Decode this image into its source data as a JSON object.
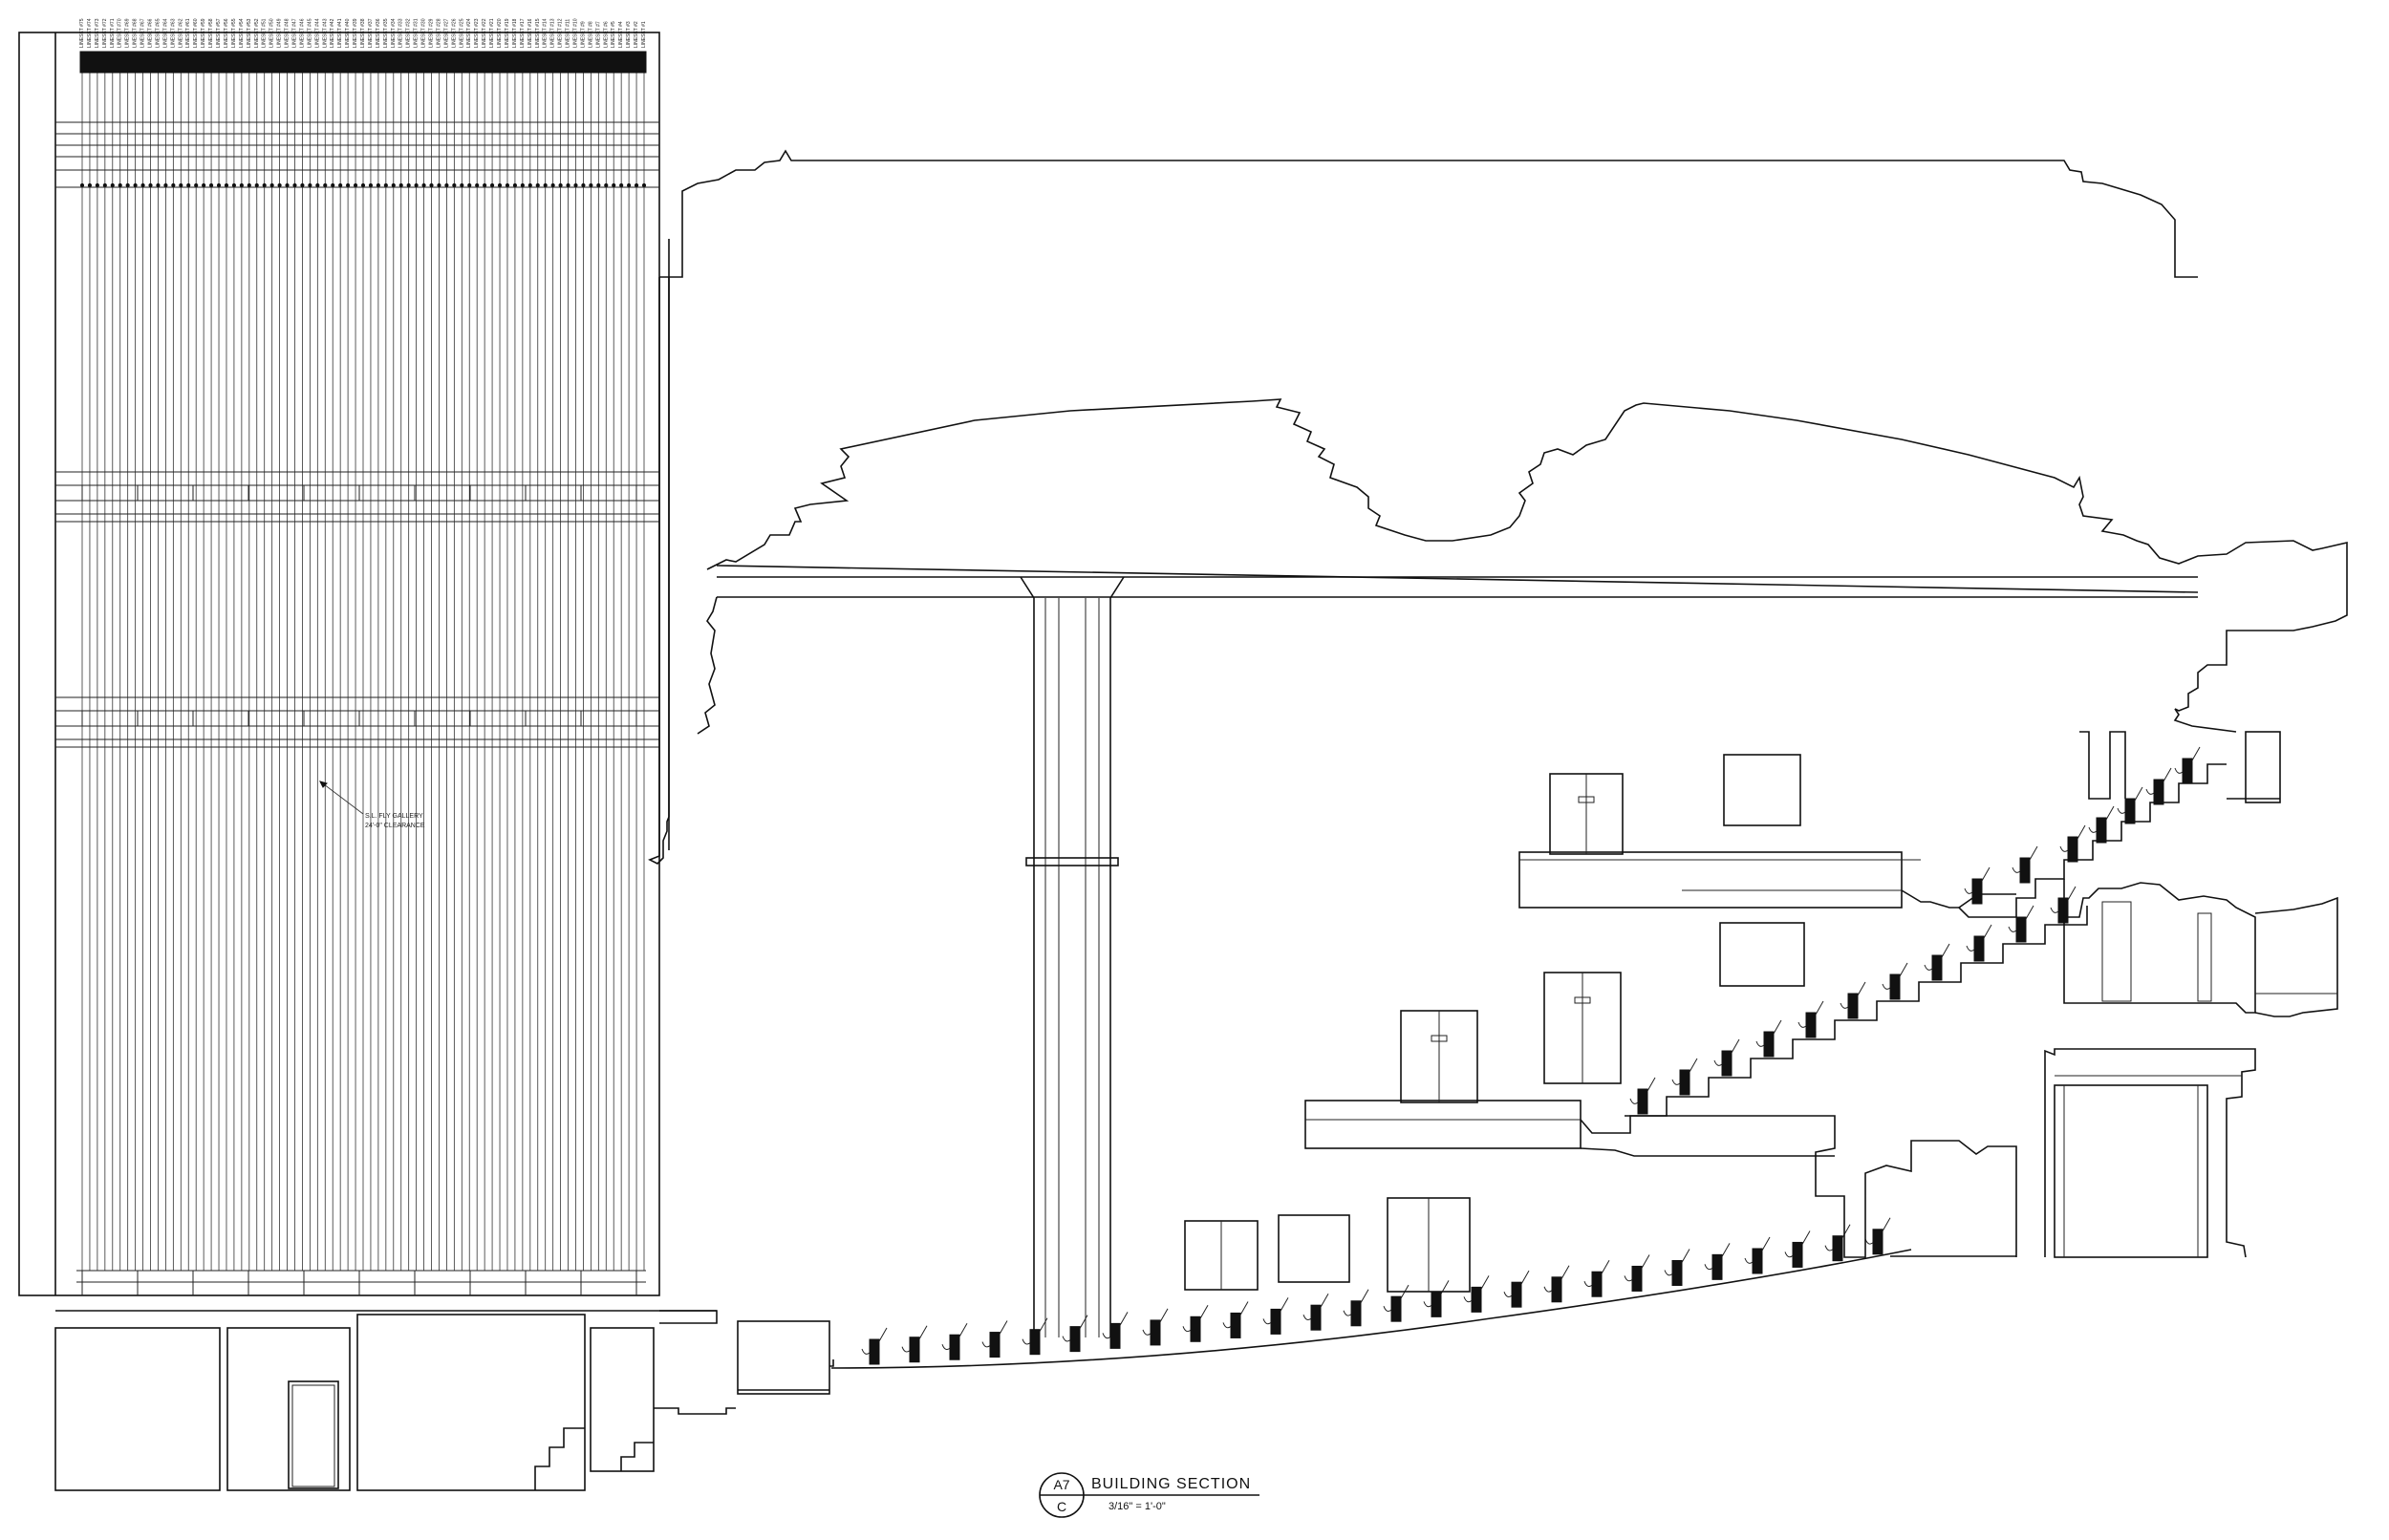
{
  "sheet": {
    "title_tag": {
      "number": "A7",
      "sheet": "C"
    },
    "title": "BUILDING SECTION",
    "scale": "3/16\" = 1'-0\""
  },
  "fly_tower": {
    "note_line1": "S.L. FLY GALLERY",
    "note_line2": "24'-0\" CLEARANCE",
    "lineset_prefix": "LINESET #"
  }
}
